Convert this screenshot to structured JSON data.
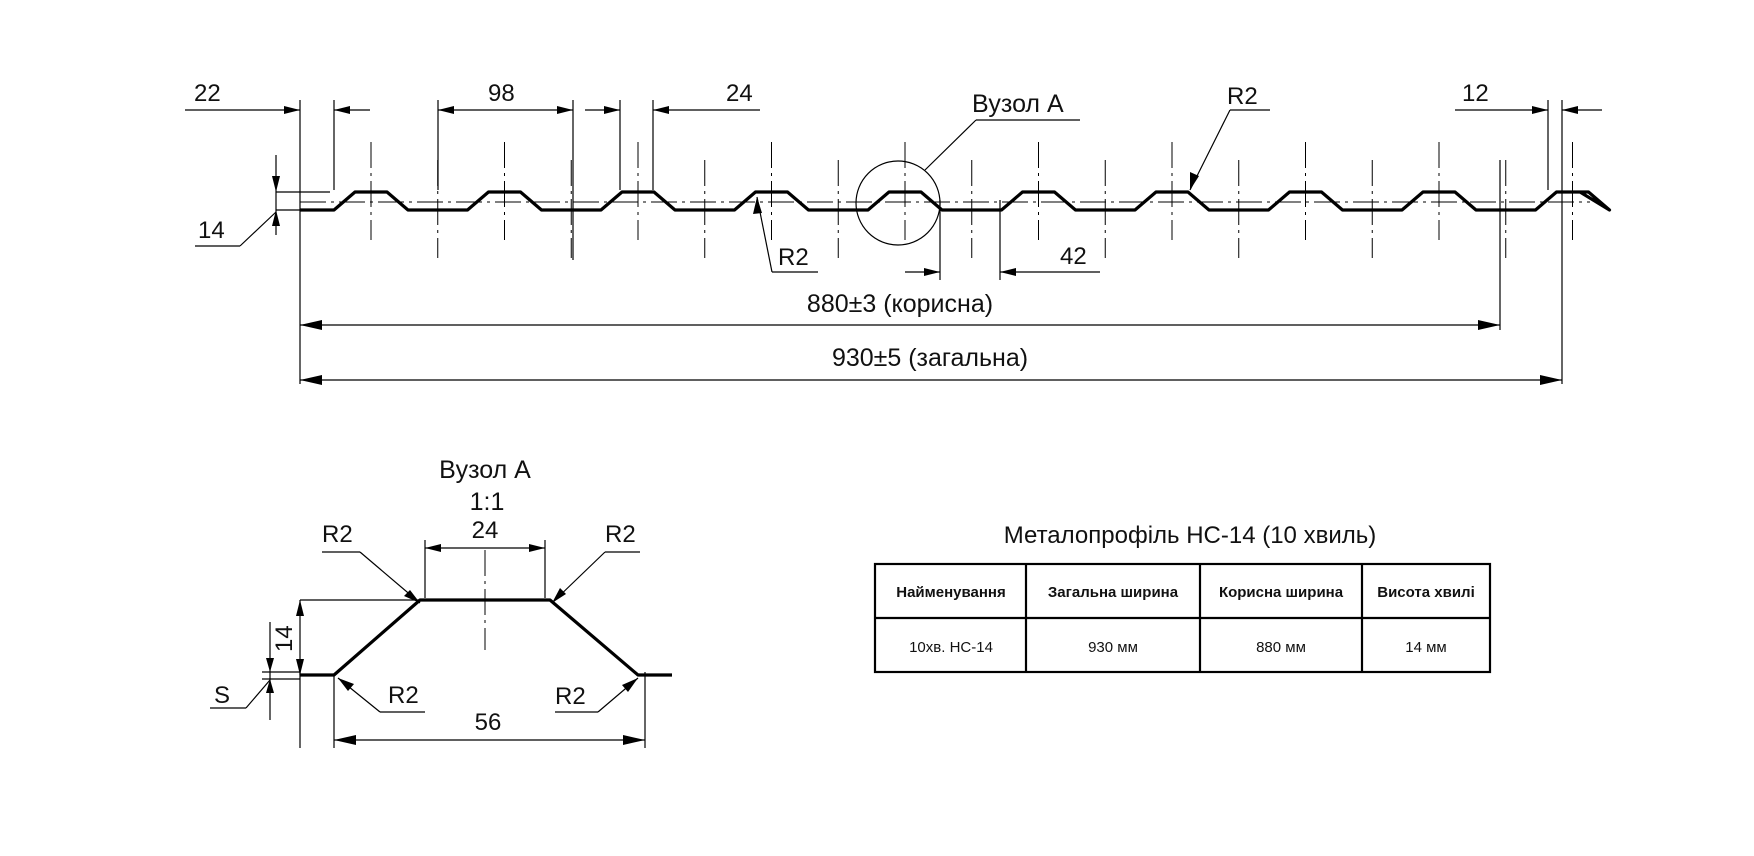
{
  "main_view": {
    "dimensions": {
      "left_edge": "22",
      "pitch": "98",
      "crest": "24",
      "right_edge": "12",
      "height": "14",
      "spacing": "42",
      "radius_top": "R2",
      "radius_bottom": "R2"
    },
    "detail_callout": "Вузол А",
    "useful_width": "880±3 (корисна)",
    "total_width": "930±5 (загальна)"
  },
  "detail_view": {
    "title": "Вузол А",
    "scale": "1:1",
    "top_width": "24",
    "height": "14",
    "bottom_width": "56",
    "thickness": "S",
    "radius_top_left": "R2",
    "radius_top_right": "R2",
    "radius_bottom_left": "R2",
    "radius_bottom_right": "R2"
  },
  "spec_table": {
    "title": "Металопрофіль НС-14 (10 хвиль)",
    "headers": [
      "Найменування",
      "Загальна ширина",
      "Корисна ширина",
      "Висота хвилі"
    ],
    "rows": [
      [
        "10хв. НС-14",
        "930 мм",
        "880 мм",
        "14 мм"
      ]
    ]
  }
}
